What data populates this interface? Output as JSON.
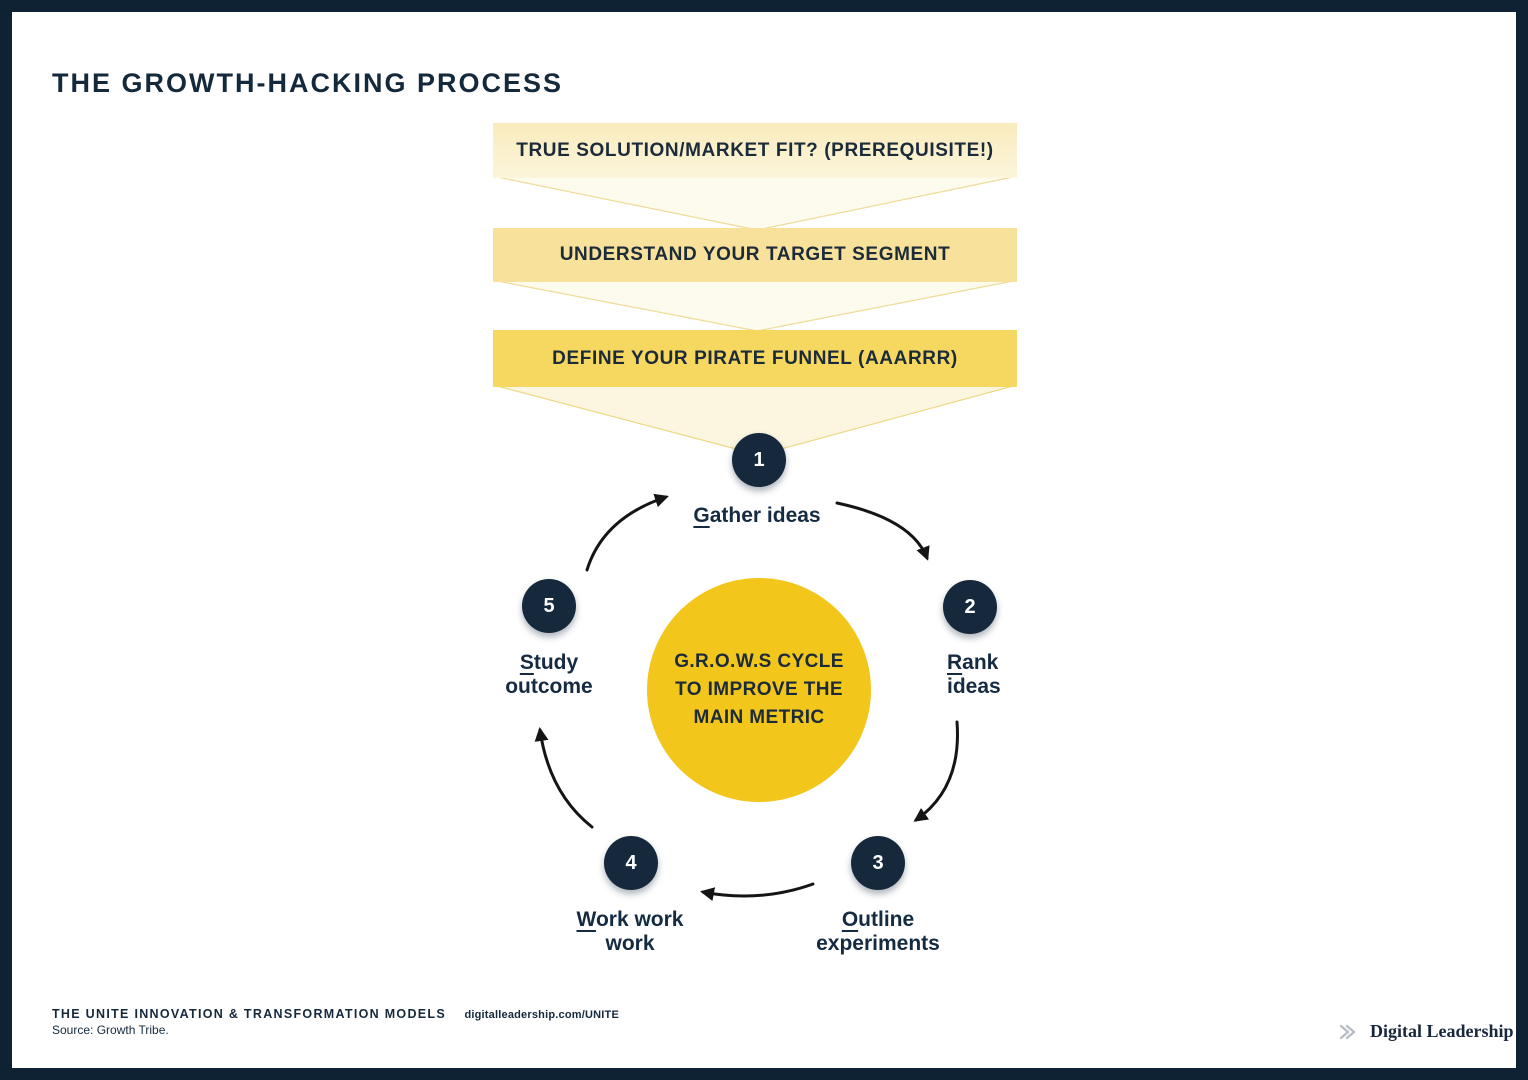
{
  "header": {
    "title": "THE GROWTH-HACKING PROCESS"
  },
  "funnel": {
    "banners": [
      {
        "label": "TRUE SOLUTION/MARKET FIT? (PREREQUISITE!)"
      },
      {
        "label": "UNDERSTAND YOUR TARGET SEGMENT"
      },
      {
        "label": "DEFINE YOUR PIRATE FUNNEL (AAARRR)"
      }
    ]
  },
  "cycle": {
    "center_label": {
      "line1": "G.R.O.W.S CYCLE",
      "line2": "TO IMPROVE THE",
      "line3": "MAIN METRIC"
    },
    "steps": [
      {
        "number": "1",
        "initial": "G",
        "rest": "ather ideas",
        "line2": ""
      },
      {
        "number": "2",
        "initial": "R",
        "rest": "ank",
        "line2": "ideas"
      },
      {
        "number": "3",
        "initial": "O",
        "rest": "utline",
        "line2": "experiments"
      },
      {
        "number": "4",
        "initial": "W",
        "rest": "ork work",
        "line2": "work"
      },
      {
        "number": "5",
        "initial": "S",
        "rest": "tudy",
        "line2": "outcome"
      }
    ]
  },
  "colors": {
    "navy": "#14293c",
    "banner1_top": "#f9ebbd",
    "banner1_bottom": "#fcf5db",
    "banner2": "#f8e29b",
    "banner3": "#f6d75f",
    "center_circle": "#f3c61b",
    "funnel_fill": "#fdf9ec",
    "funnel_line": "#efdc96",
    "arrow": "#151515"
  },
  "footer": {
    "series_title": "THE UNITE INNOVATION & TRANSFORMATION MODELS",
    "url": "digitalleadership.com/UNITE",
    "source": "Source: Growth Tribe.",
    "brand": "Digital Leadership"
  },
  "icons": {
    "brand_logo": "double-chevron-right-icon"
  }
}
